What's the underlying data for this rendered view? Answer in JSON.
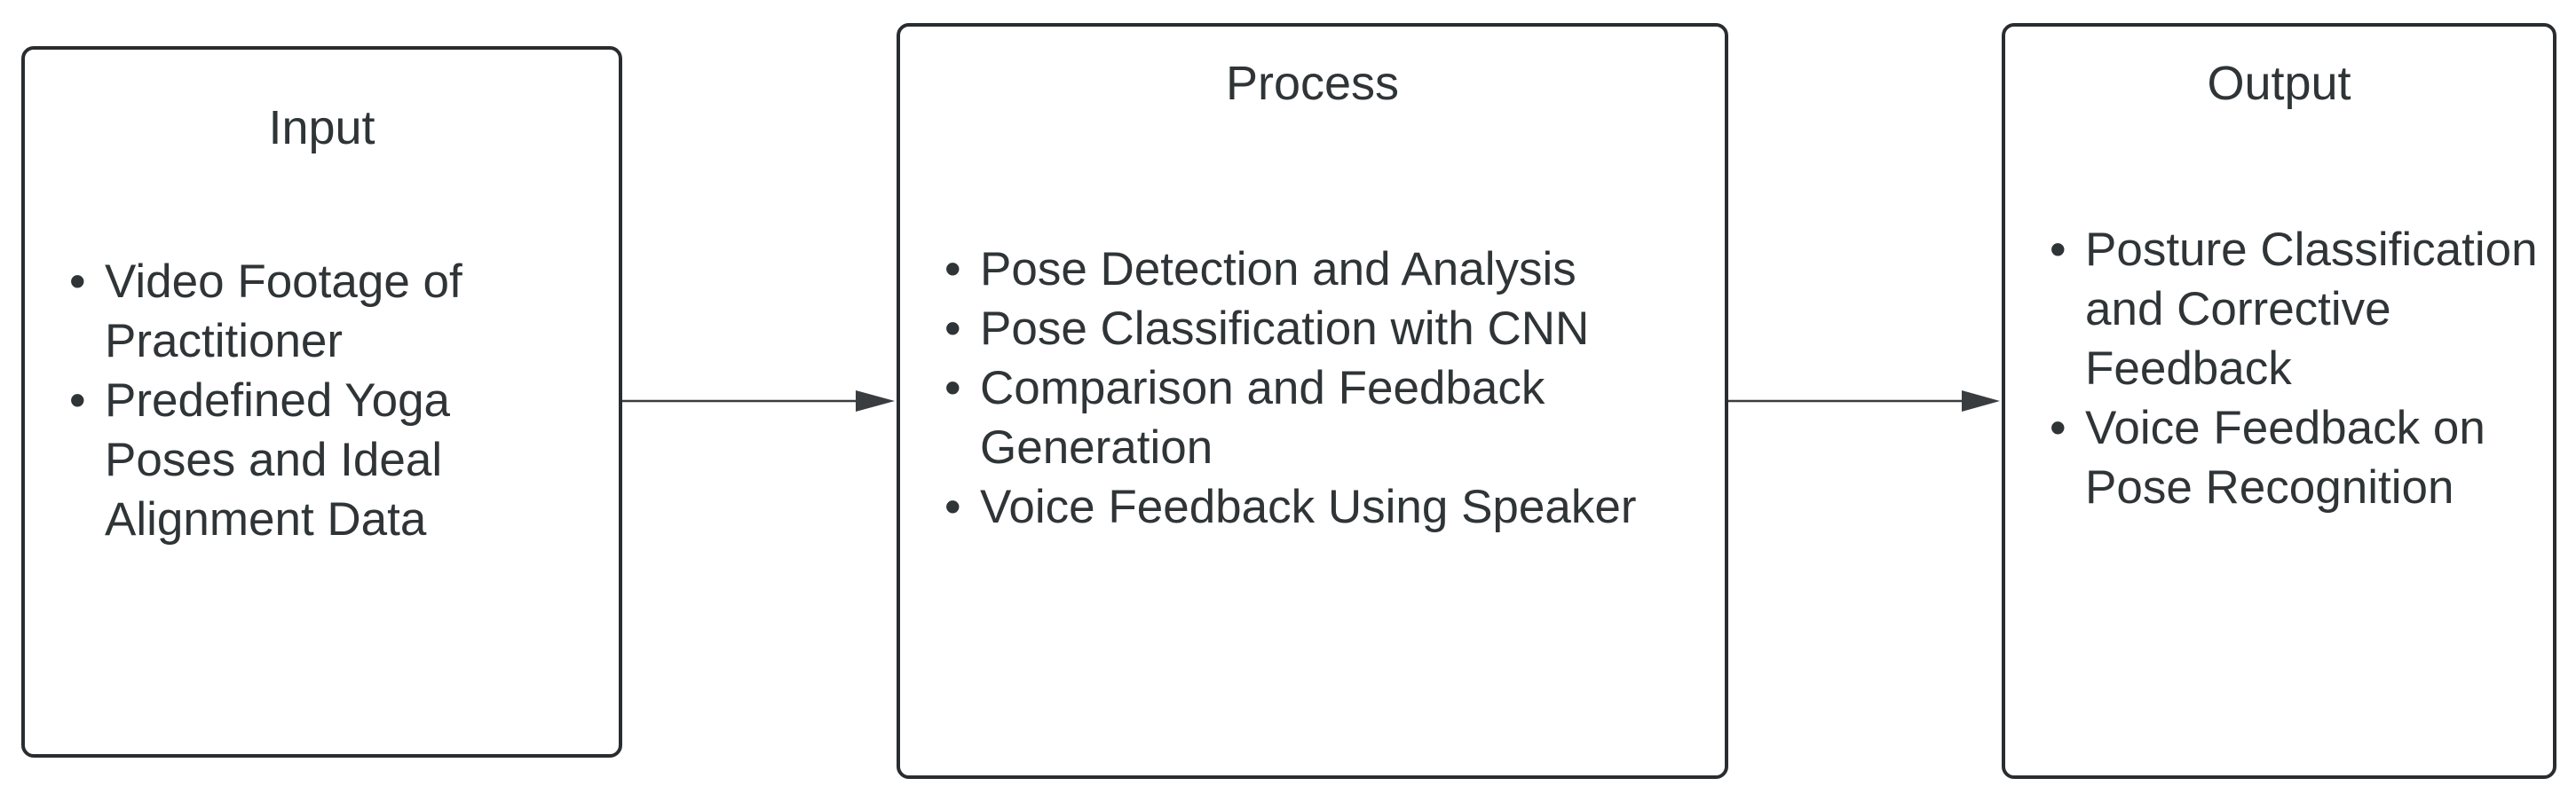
{
  "input": {
    "title": "Input",
    "items": [
      "Video Footage of Practitioner",
      "Predefined Yoga Poses and Ideal Alignment Data"
    ]
  },
  "process": {
    "title": "Process",
    "items": [
      "Pose Detection and Analysis",
      "Pose Classification with CNN",
      "Comparison and Feedback Generation",
      "Voice Feedback Using Speaker"
    ]
  },
  "output": {
    "title": "Output",
    "items": [
      "Posture Classification and Corrective Feedback",
      "Voice Feedback on Pose Recognition"
    ]
  },
  "colors": {
    "border": "#2a2d30",
    "text": "#2f3437",
    "arrow": "#3a3d40"
  }
}
